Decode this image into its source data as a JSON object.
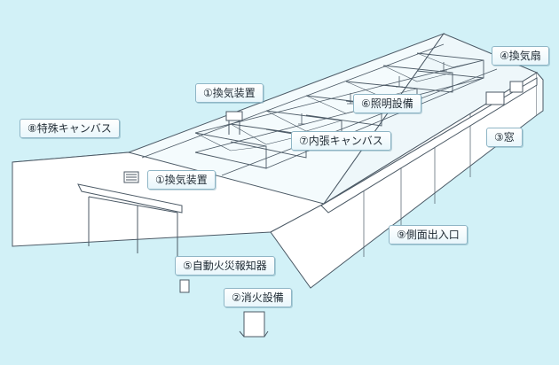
{
  "labels": {
    "ventilation_upper": "①換気装置",
    "ventilation_lower": "①換気装置",
    "fire_extinguishing": "②消火設備",
    "window": "③窓",
    "ventilation_fan": "④換気扇",
    "fire_alarm": "⑤自動火災報知器",
    "lighting": "⑥照明設備",
    "inner_canvas": "⑦内張キャンバス",
    "special_canvas": "⑧特殊キャンバス",
    "side_entrance": "⑨側面出入口"
  },
  "colors": {
    "background": "#d2f1f7",
    "line": "#4c5a66",
    "wall": "#ffffff",
    "roof": "#f4fbfd"
  }
}
